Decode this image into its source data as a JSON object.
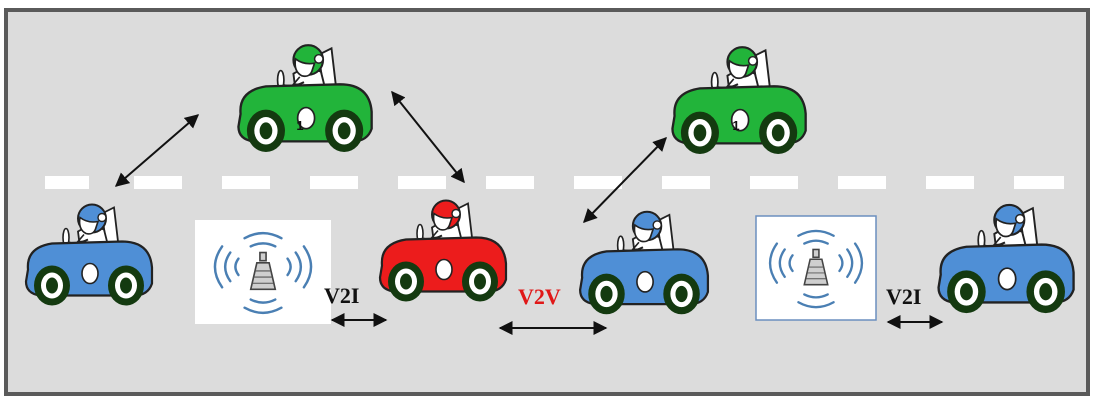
{
  "labels": {
    "v2i_left": "V2I",
    "v2v": "V2V",
    "v2i_right": "V2I"
  },
  "cars": [
    {
      "kind": "green",
      "badge": "1"
    },
    {
      "kind": "green",
      "badge": "1"
    },
    {
      "kind": "blue"
    },
    {
      "kind": "red"
    },
    {
      "kind": "blue"
    },
    {
      "kind": "blue"
    }
  ],
  "colors": {
    "road": "#dcdcdc",
    "lane_marking": "#ffffff",
    "car_green": "#22b43a",
    "car_blue": "#4f8fd6",
    "car_red": "#ec1c1c",
    "label_v2i": "#111111",
    "label_v2v": "#e01818"
  },
  "icons": [
    "car-icon",
    "roadside-unit-icon",
    "double-arrow"
  ]
}
